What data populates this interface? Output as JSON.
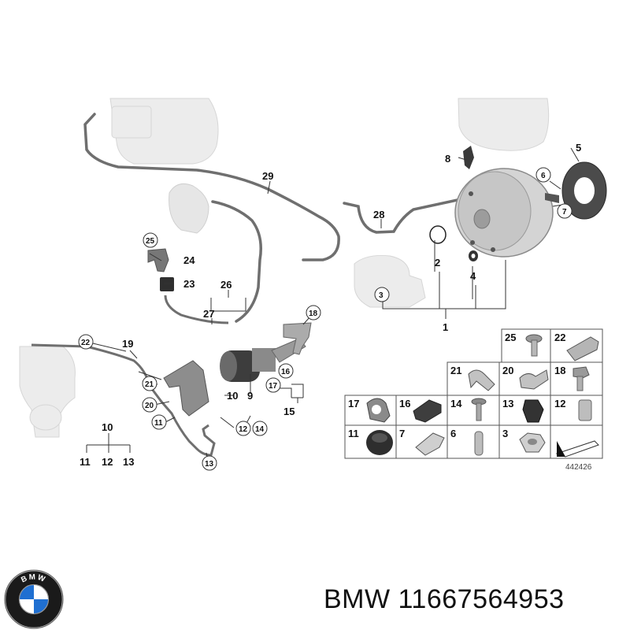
{
  "callouts": {
    "c1": "1",
    "c2": "2",
    "c3": "3",
    "c4": "4",
    "c5": "5",
    "c6": "6",
    "c7": "7",
    "c8": "8",
    "c9": "9",
    "c10a": "10",
    "c10b": "10",
    "c11a": "11",
    "c11b": "11",
    "c12a": "12",
    "c12b": "12",
    "c13a": "13",
    "c13b": "13",
    "c14": "14",
    "c15": "15",
    "c16": "16",
    "c17": "17",
    "c18": "18",
    "c19": "19",
    "c20": "20",
    "c21": "21",
    "c22": "22",
    "c23": "23",
    "c24": "24",
    "c25": "25",
    "c26": "26",
    "c27": "27",
    "c28": "28",
    "c29": "29"
  },
  "parts_grid": {
    "cells": [
      "25",
      "22",
      "21",
      "20",
      "18",
      "17",
      "16",
      "14",
      "13",
      "12",
      "11",
      "7",
      "6",
      "3"
    ]
  },
  "reference_number": "442426",
  "logo_text": "BMW",
  "footer": {
    "brand": "BMW",
    "part_number": "11667564953"
  }
}
